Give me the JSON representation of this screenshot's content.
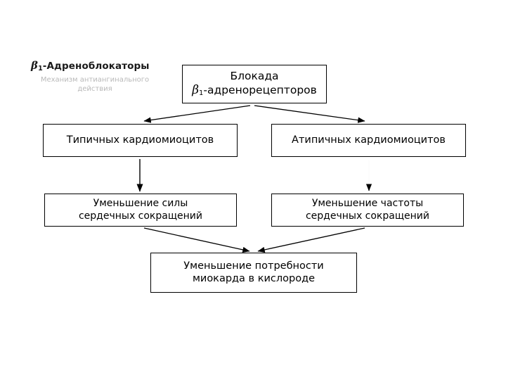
{
  "slide": {
    "background_color": "#ffffff",
    "line_color": "#000000",
    "faded_text_color": "#b9b9b9"
  },
  "title": {
    "main_prefix": "β",
    "main_subscript": "1",
    "main_rest": "-Адреноблокаторы",
    "subtitle": "Механизм\nантиангинального\nдействия"
  },
  "nodes": {
    "top": {
      "line1": "Блокада",
      "beta": "β",
      "subscript": "1",
      "line2_rest": "-адренорецепторов"
    },
    "mid_left": {
      "text": "Типичных кардиомиоцитов"
    },
    "mid_right": {
      "text": "Атипичных кардиомиоцитов"
    },
    "low_left": {
      "text": "Уменьшение силы\nсердечных сокращений"
    },
    "low_right": {
      "text": "Уменьшение частоты\nсердечных сокращений"
    },
    "bottom": {
      "text": "Уменьшение потребности\nмиокарда в кислороде"
    }
  },
  "connectors": [
    {
      "name": "top-to-mid-left",
      "from": "top",
      "to": "mid_left",
      "style": "diagonal-arrow"
    },
    {
      "name": "top-to-mid-right",
      "from": "top",
      "to": "mid_right",
      "style": "diagonal-arrow"
    },
    {
      "name": "mid-left-to-low-left",
      "from": "mid_left",
      "to": "low_left",
      "style": "vertical-arrow"
    },
    {
      "name": "mid-right-to-low-right",
      "from": "mid_right",
      "to": "low_right",
      "style": "vertical-arrow-faint"
    },
    {
      "name": "low-left-to-bottom",
      "from": "low_left",
      "to": "bottom",
      "style": "diagonal-arrow"
    },
    {
      "name": "low-right-to-bottom",
      "from": "low_right",
      "to": "bottom",
      "style": "diagonal-arrow"
    }
  ]
}
